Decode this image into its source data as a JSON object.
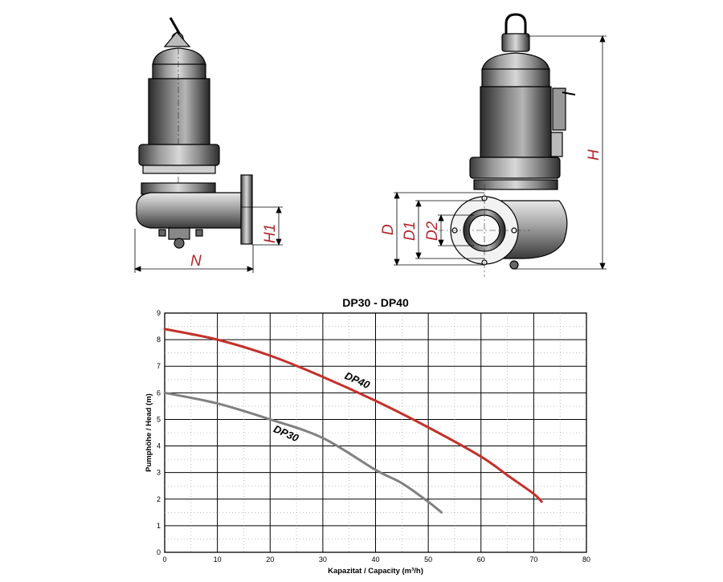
{
  "drawing_labels": {
    "n": "N",
    "h1": "H1",
    "d": "D",
    "d1": "D1",
    "d2": "D2",
    "h": "H"
  },
  "chart_data": {
    "type": "line",
    "title": "DP30 - DP40",
    "xlabel": "Kapazitat / Capacity (m³/h)",
    "ylabel": "Pumphöhe / Head (m)",
    "xlim": [
      0,
      80
    ],
    "ylim": [
      0,
      9
    ],
    "xticks": [
      0,
      10,
      20,
      30,
      40,
      50,
      60,
      70,
      80
    ],
    "yticks": [
      0,
      1,
      2,
      3,
      4,
      5,
      6,
      7,
      8,
      9
    ],
    "grid": true,
    "series": [
      {
        "name": "DP40",
        "color": "#c4312b",
        "x": [
          0,
          10,
          20,
          30,
          40,
          50,
          60,
          65,
          70,
          71.5
        ],
        "y": [
          8.4,
          8.0,
          7.4,
          6.6,
          5.7,
          4.7,
          3.6,
          2.9,
          2.2,
          1.9
        ]
      },
      {
        "name": "DP30",
        "color": "#808080",
        "x": [
          0,
          10,
          20,
          30,
          40,
          45,
          50,
          52.5
        ],
        "y": [
          6.0,
          5.6,
          5.0,
          4.3,
          3.1,
          2.6,
          1.9,
          1.5
        ]
      }
    ]
  }
}
